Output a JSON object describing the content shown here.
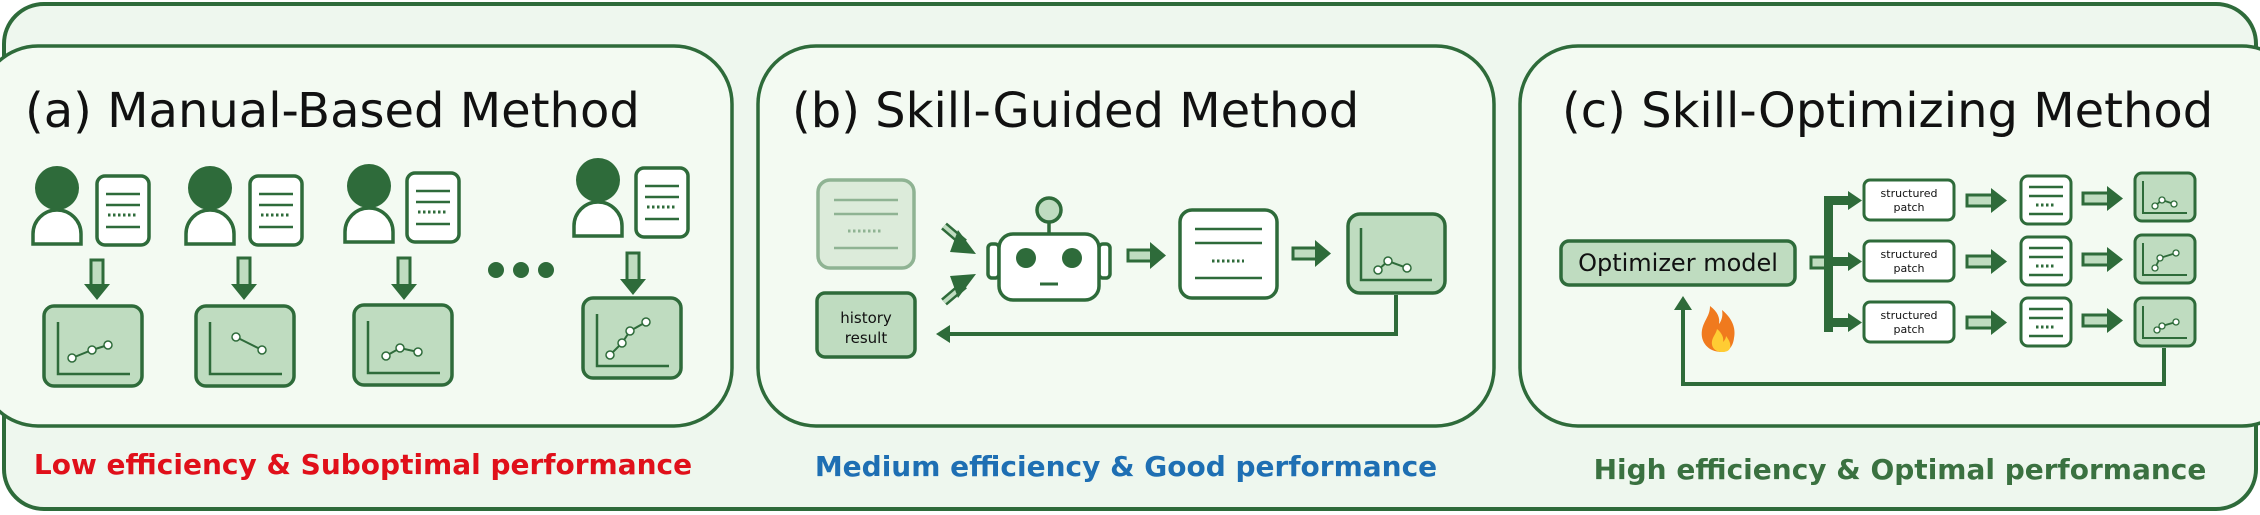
{
  "panels": [
    {
      "title": "(a) Manual-Based Method",
      "caption": "Low efficiency & Suboptimal performance",
      "caption_color": "#e0101a"
    },
    {
      "title": "(b) Skill-Guided Method",
      "caption": "Medium efficiency & Good performance",
      "caption_color": "#1e6fb3",
      "history_label": [
        "history",
        "result"
      ]
    },
    {
      "title": "(c) Skill-Optimizing Method",
      "caption": "High efficiency & Optimal performance",
      "caption_color": "#3a7140",
      "optimizer_label": "Optimizer model",
      "patch_label": [
        "structured",
        "patch"
      ]
    }
  ],
  "colors": {
    "frame_fill": "#eef7ee",
    "panel_fill": "#f3faf2",
    "stroke": "#2e6b3a",
    "box_fill": "#bfdcc0",
    "light_box_fill": "#dcebda",
    "light_stroke": "#8fb393"
  },
  "icons": [
    "person-icon",
    "document-icon",
    "chart-icon",
    "robot-icon",
    "fire-icon",
    "ellipsis-icon"
  ]
}
